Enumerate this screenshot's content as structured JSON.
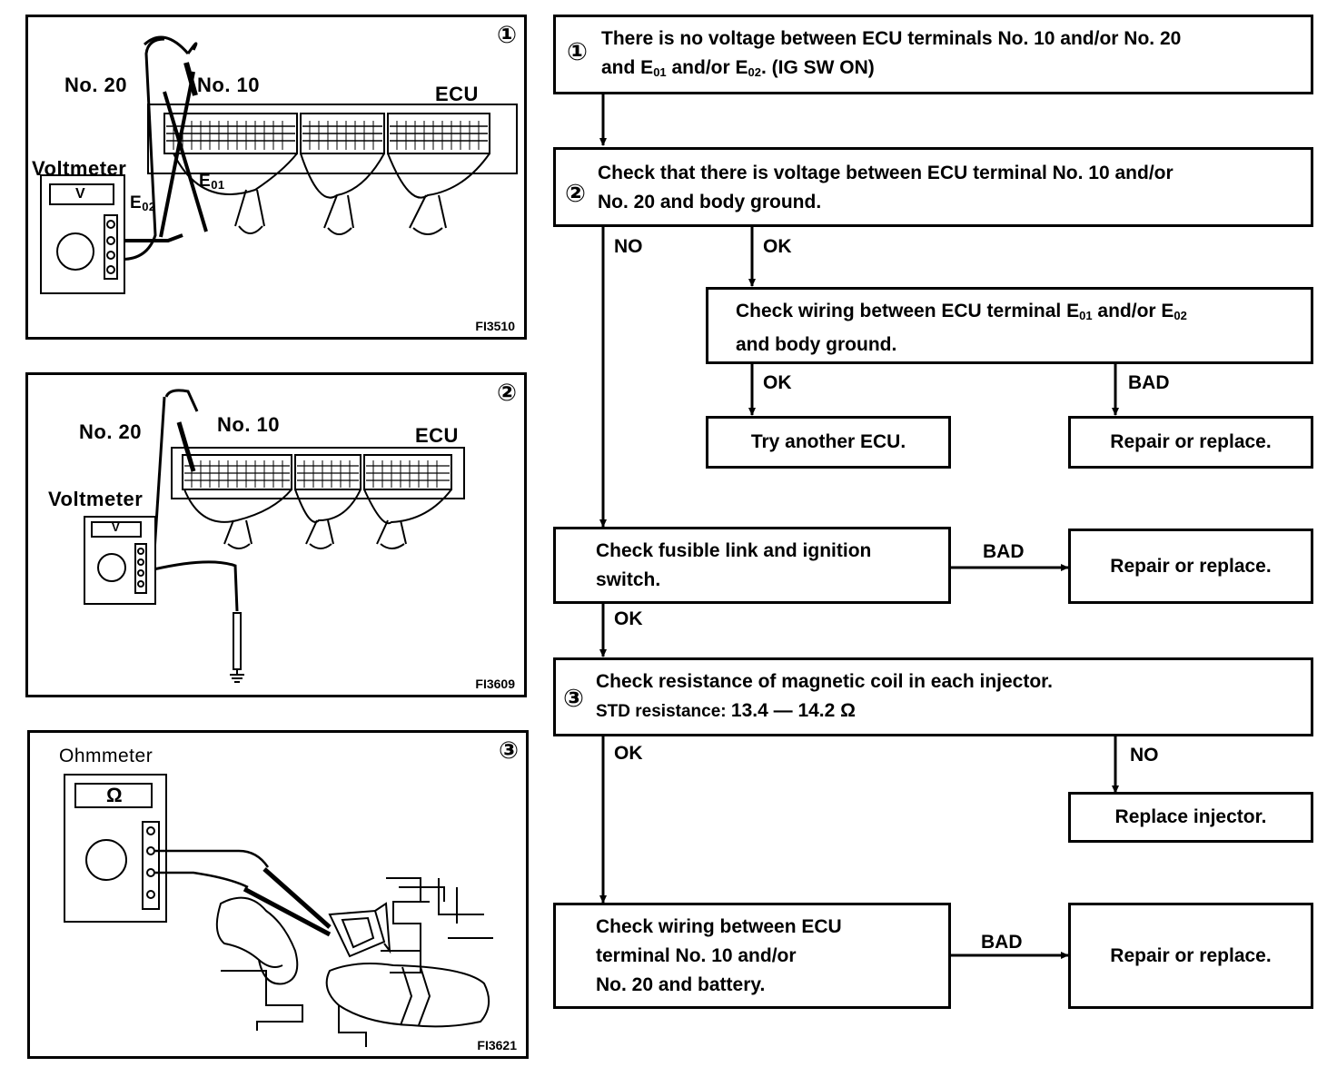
{
  "figures": [
    {
      "number": "①",
      "labels": {
        "no20": "No. 20",
        "no10": "No. 10",
        "ecu": "ECU",
        "meter": "Voltmeter",
        "meter_symbol": "V",
        "e02": "E02",
        "e01": "E01"
      },
      "code": "FI3510"
    },
    {
      "number": "②",
      "labels": {
        "no20": "No. 20",
        "no10": "No. 10",
        "ecu": "ECU",
        "meter": "Voltmeter",
        "meter_symbol": "V"
      },
      "code": "FI3609"
    },
    {
      "number": "③",
      "labels": {
        "meter": "Ohmmeter",
        "meter_symbol": "Ω"
      },
      "code": "FI3621"
    }
  ],
  "flow": {
    "step1": {
      "num": "①",
      "line1": "There is no voltage between ECU terminals No. 10 and/or No. 20",
      "line2_a": "and E",
      "line2_sub1": "01",
      "line2_b": " and/or E",
      "line2_sub2": "02",
      "line2_c": ".  (IG  SW  ON)"
    },
    "step2": {
      "num": "②",
      "line1": "Check that there is voltage between ECU terminal No. 10 and/or",
      "line2": "No. 20 and body ground."
    },
    "check_e01": {
      "line1_a": "Check wiring between ECU terminal E",
      "sub1": "01",
      "line1_b": " and/or E",
      "sub2": "02",
      "line2": "and body ground."
    },
    "try_ecu": "Try another ECU.",
    "repair1": "Repair or replace.",
    "fusible": {
      "line1": "Check fusible link and ignition",
      "line2": "switch."
    },
    "repair2": "Repair or replace.",
    "step3": {
      "num": "③",
      "line1": "Check resistance of magnetic coil in each injector.",
      "line2_a": "STD resistance:  ",
      "line2_b": "13.4 — 14.2 Ω"
    },
    "replace_injector": "Replace injector.",
    "wiring_batt": {
      "line1": "Check wiring between ECU",
      "line2": "terminal No. 10 and/or",
      "line3": "No. 20 and battery."
    },
    "repair3": "Repair or replace.",
    "labels": {
      "no_a": "NO",
      "ok_a": "OK",
      "ok_b": "OK",
      "bad_a": "BAD",
      "bad_b": "BAD",
      "ok_c": "OK",
      "ok_d": "OK",
      "no_b": "NO",
      "bad_c": "BAD"
    }
  }
}
